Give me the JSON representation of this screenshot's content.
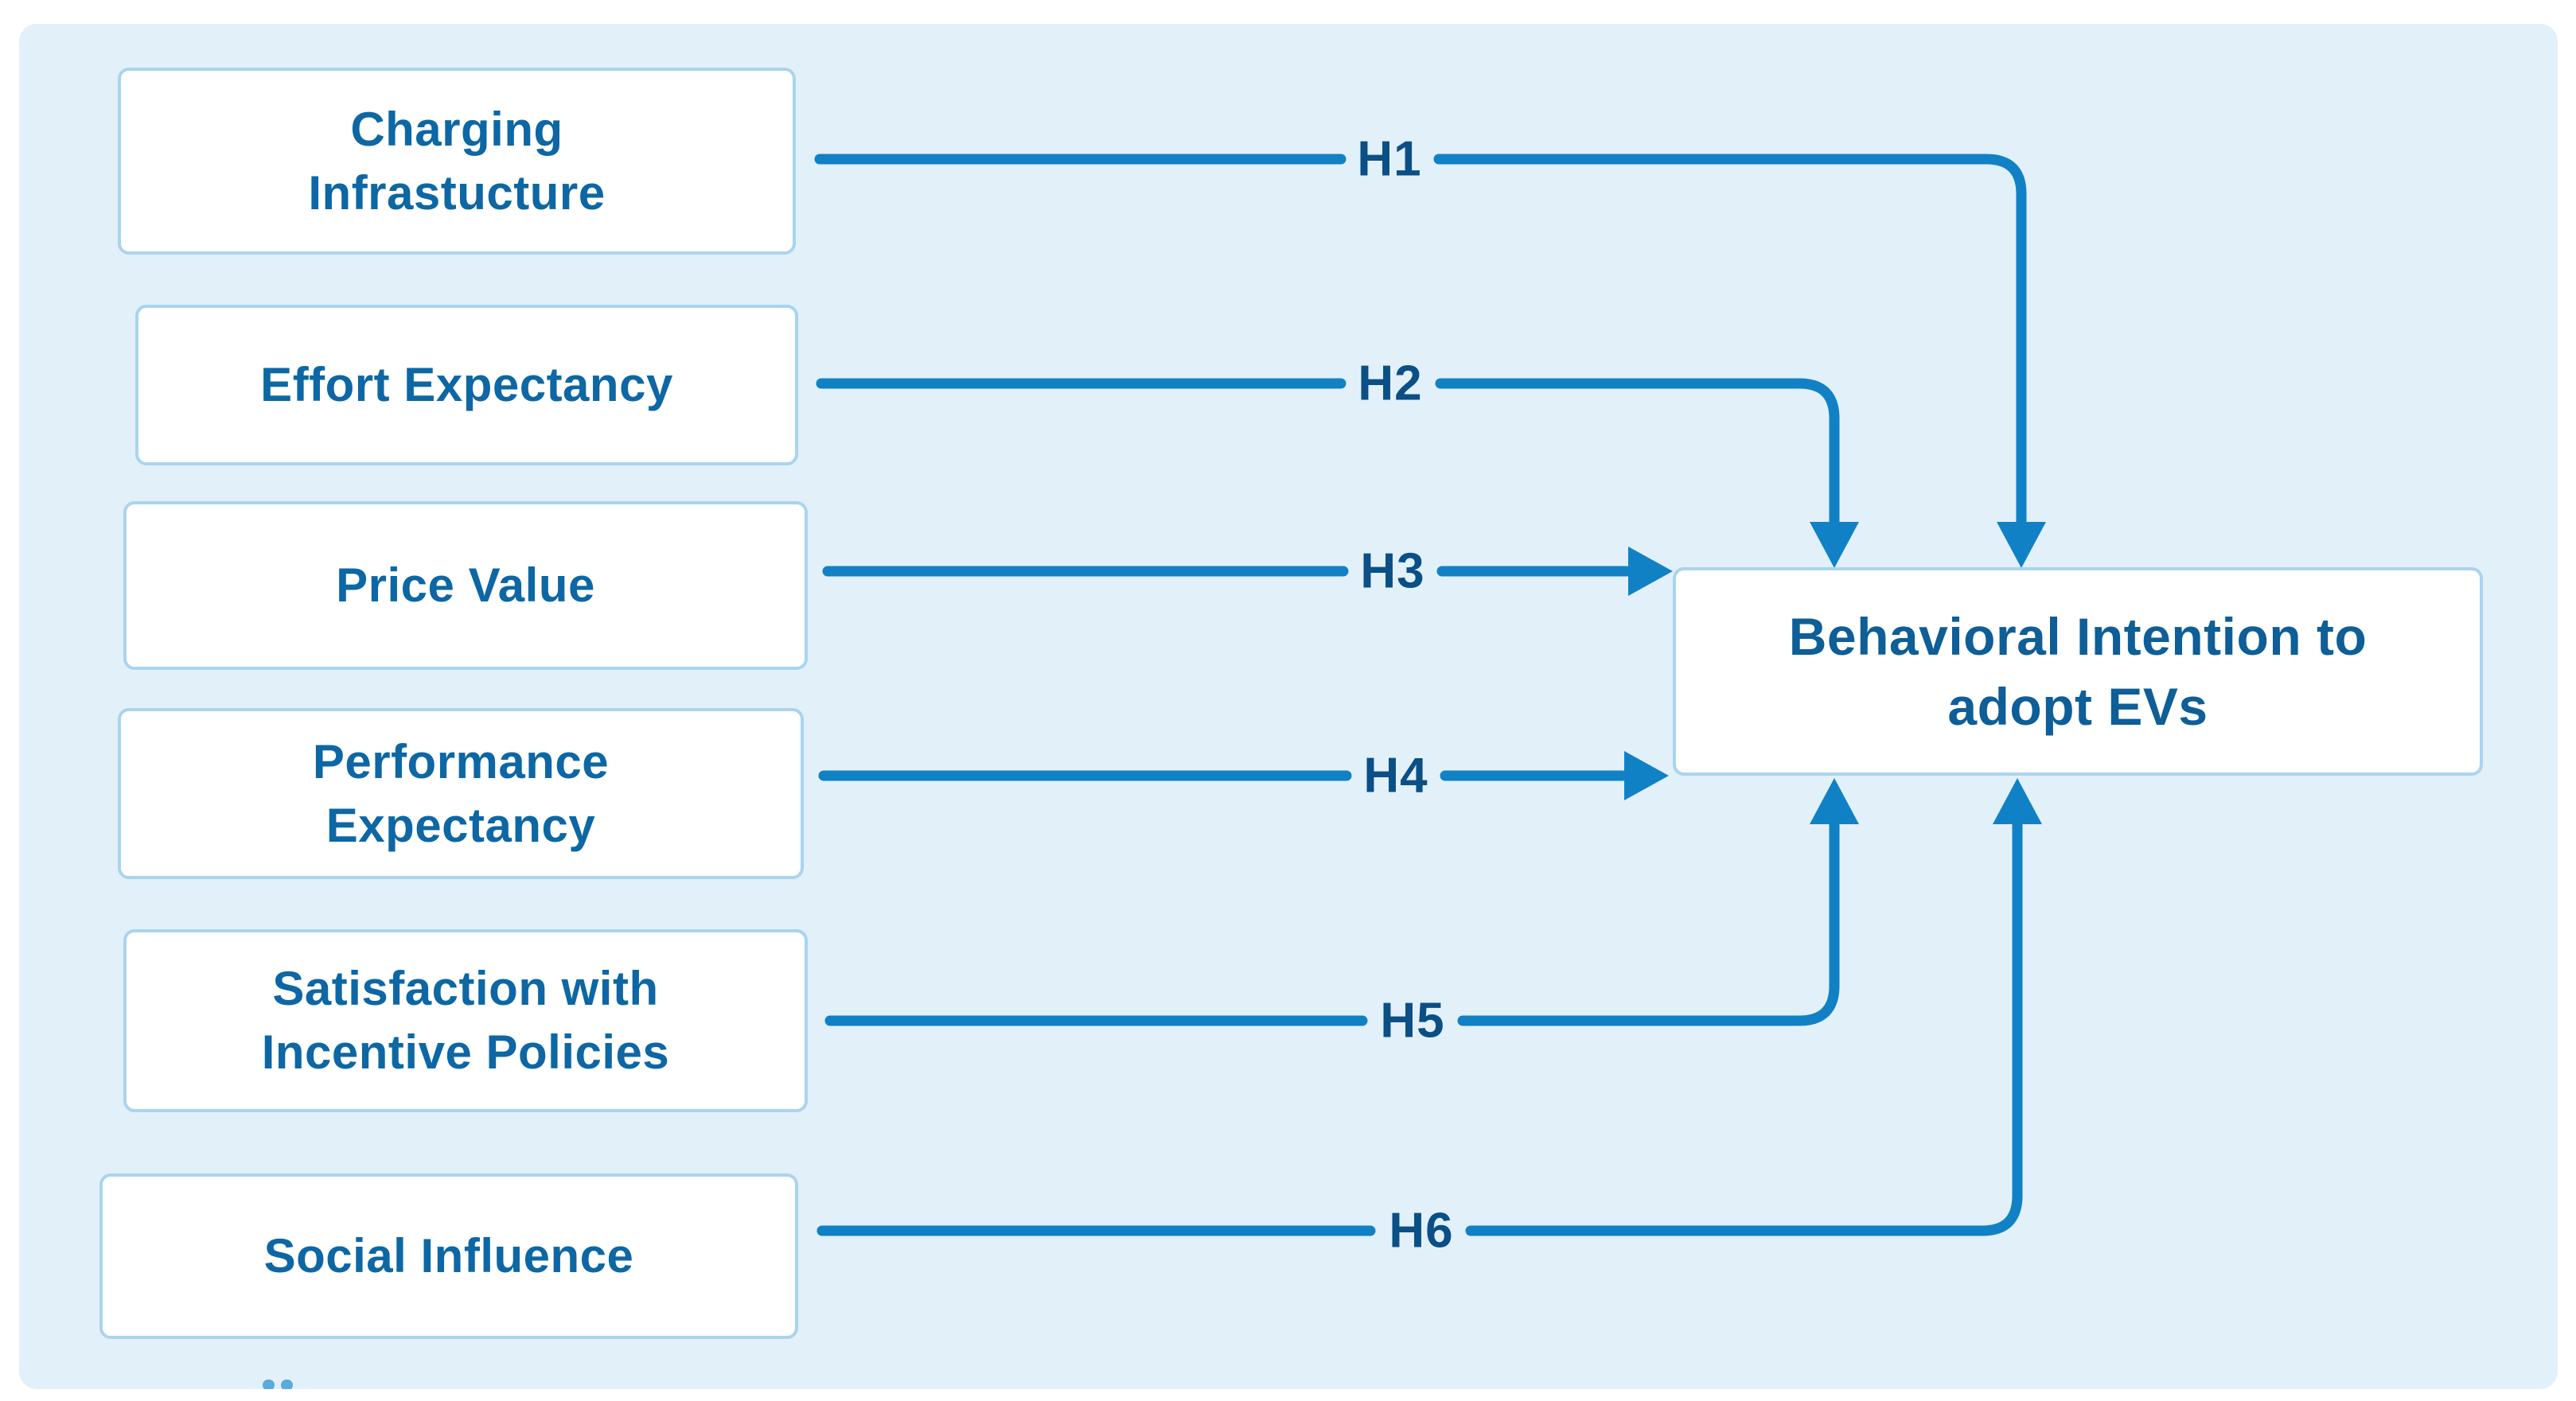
{
  "theme": {
    "background": "#ffffff",
    "panel_color": "#e2f0fa",
    "line": "#1181c5",
    "node_border": "#a9d4ef",
    "node_fill": "#ffffff",
    "node_text": "#0d67a4",
    "label_text": "#0a4f85",
    "outcome_text": "#0e5e97"
  },
  "nodes": [
    {
      "id": "charging-infrastructure",
      "line1": "Charging",
      "line2": "Infrastucture"
    },
    {
      "id": "effort-expectancy",
      "line1": "Effort Expectancy"
    },
    {
      "id": "price-value",
      "line1": "Price Value"
    },
    {
      "id": "performance-expectancy",
      "line1": "Performance",
      "line2": "Expectancy"
    },
    {
      "id": "satisfaction-incentive-policies",
      "line1": "Satisfaction with",
      "line2": "Incentive Policies"
    },
    {
      "id": "social-influence",
      "line1": "Social Influence"
    }
  ],
  "connectors": [
    {
      "label": "H1",
      "from": "charging-infrastructure",
      "to": "behavioral-intention",
      "enters": "top"
    },
    {
      "label": "H2",
      "from": "effort-expectancy",
      "to": "behavioral-intention",
      "enters": "top"
    },
    {
      "label": "H3",
      "from": "price-value",
      "to": "behavioral-intention",
      "enters": "left"
    },
    {
      "label": "H4",
      "from": "performance-expectancy",
      "to": "behavioral-intention",
      "enters": "left"
    },
    {
      "label": "H5",
      "from": "satisfaction-incentive-policies",
      "to": "behavioral-intention",
      "enters": "bottom"
    },
    {
      "label": "H6",
      "from": "social-influence",
      "to": "behavioral-intention",
      "enters": "bottom"
    }
  ],
  "outcome": {
    "id": "behavioral-intention",
    "line1": "Behavioral Intention to",
    "line2": "adopt EVs"
  }
}
